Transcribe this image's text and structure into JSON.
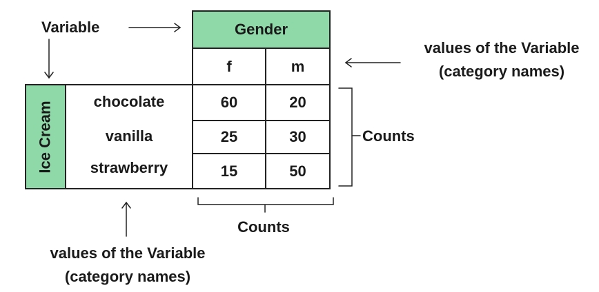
{
  "labels": {
    "variable": "Variable",
    "values_top_line1": "values of the Variable",
    "values_top_line2": "(category names)",
    "values_bottom_line1": "values of the Variable",
    "values_bottom_line2": "(category names)",
    "counts_right": "Counts",
    "counts_bottom": "Counts"
  },
  "table": {
    "column_variable": "Gender",
    "row_variable": "Ice Cream",
    "columns": [
      "f",
      "m"
    ],
    "rows": [
      {
        "name": "chocolate",
        "values": [
          "60",
          "20"
        ]
      },
      {
        "name": "vanilla",
        "values": [
          "25",
          "30"
        ]
      },
      {
        "name": "strawberry",
        "values": [
          "15",
          "50"
        ]
      }
    ]
  },
  "colors": {
    "header_fill": "#8fd9a8",
    "line": "#222222"
  }
}
